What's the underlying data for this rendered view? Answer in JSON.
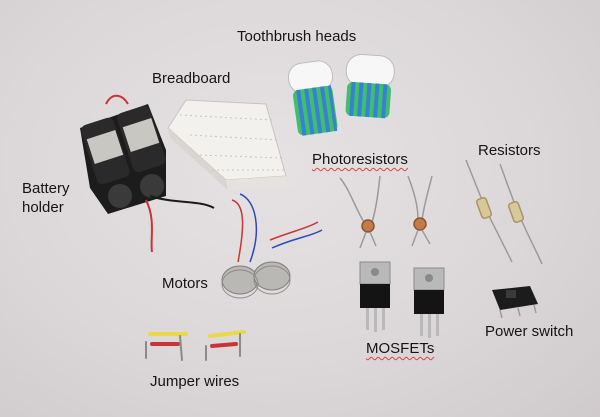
{
  "labels": {
    "toothbrush_heads": "Toothbrush heads",
    "breadboard": "Breadboard",
    "battery_holder_line1": "Battery",
    "battery_holder_line2": "holder",
    "photoresistors": "Photoresistors",
    "resistors": "Resistors",
    "motors": "Motors",
    "mosfets": "MOSFETs",
    "power_switch": "Power switch",
    "jumper_wires": "Jumper wires"
  },
  "colors": {
    "background": "#dcd8da",
    "breadboard": "#f3f1ee",
    "battery": "#1c1c1c",
    "toothbrush_head": "#f7f7f7",
    "bristle_green": "#3fbf6a",
    "bristle_blue": "#3a7fd6",
    "motor": "#b9b8b4",
    "mosfet_body": "#141414",
    "mosfet_tab": "#b9b9b9",
    "jumper_yellow": "#e8d84a",
    "jumper_red": "#c93434",
    "spellcheck_underline": "#e0433a"
  }
}
